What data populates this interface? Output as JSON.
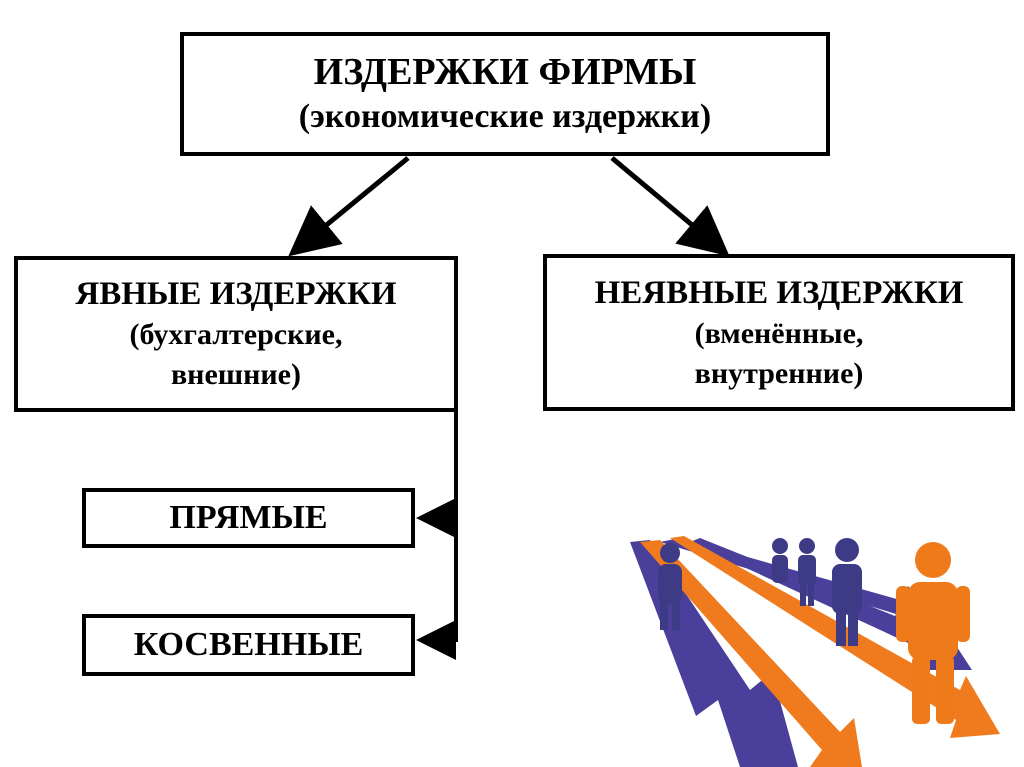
{
  "diagram": {
    "top": {
      "title": "ИЗДЕРЖКИ ФИРМЫ",
      "subtitle": "(экономические издержки)"
    },
    "explicit": {
      "title": "ЯВНЫЕ ИЗДЕРЖКИ",
      "line2": "(бухгалтерские,",
      "line3": "внешние)"
    },
    "implicit": {
      "title": "НЕЯВНЫЕ ИЗДЕРЖКИ",
      "line2": "(вменённые,",
      "line3": "внутренние)"
    },
    "direct": {
      "label": "ПРЯМЫЕ"
    },
    "indirect": {
      "label": "КОСВЕННЫЕ"
    }
  },
  "colors": {
    "border": "#000000",
    "orange_path": "#f07b1e",
    "purple_path": "#4a3f9a",
    "figure_orange": "#ef7a1a",
    "figure_blue": "#3d3a86"
  },
  "illustration": {
    "icon": "people-on-arrow-paths-icon"
  }
}
